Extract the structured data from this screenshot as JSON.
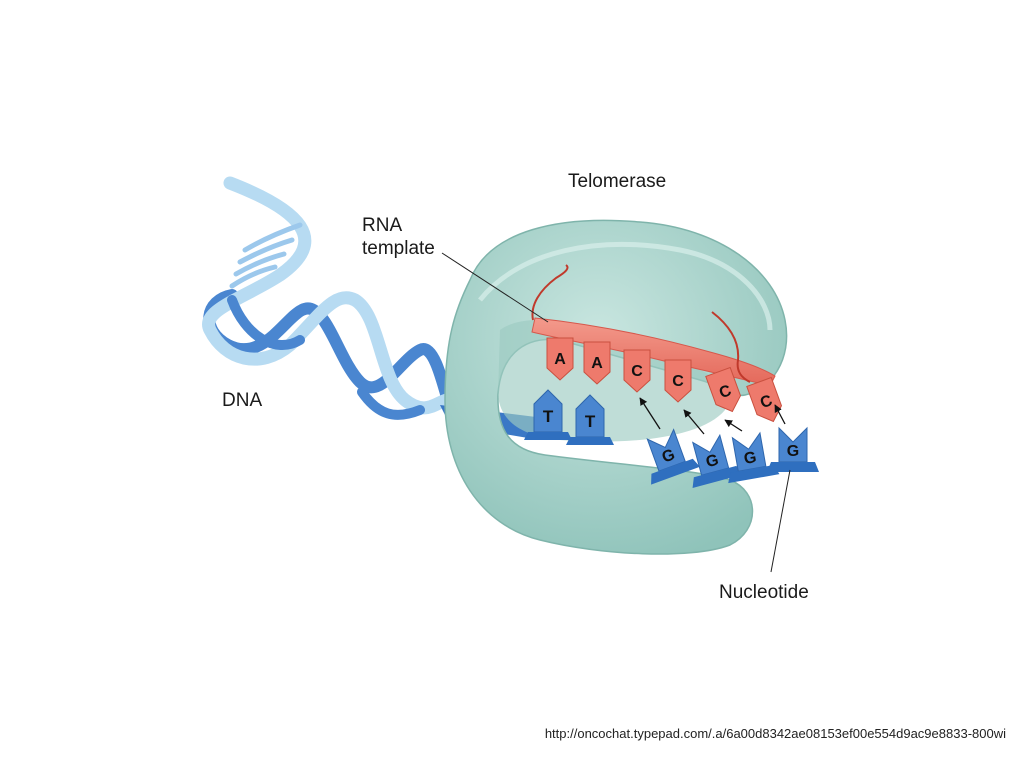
{
  "labels": {
    "telomerase": "Telomerase",
    "rna_line1": "RNA",
    "rna_line2": "template",
    "dna": "DNA",
    "nucleotide": "Nucleotide"
  },
  "rna_bases": [
    "A",
    "A",
    "C",
    "C",
    "C",
    "C"
  ],
  "dna_bases": [
    "T",
    "T"
  ],
  "incoming_nucleotides": [
    "G",
    "G",
    "G",
    "G"
  ],
  "source": "http://oncochat.typepad.com/.a/6a00d8342ae08153ef00e554d9ac9e8833-800wi",
  "colors": {
    "telomerase": "#a9d3cc",
    "rna": "#ee7a6c",
    "dna_dark": "#4a86d0",
    "dna_light": "#b7dbf2"
  }
}
